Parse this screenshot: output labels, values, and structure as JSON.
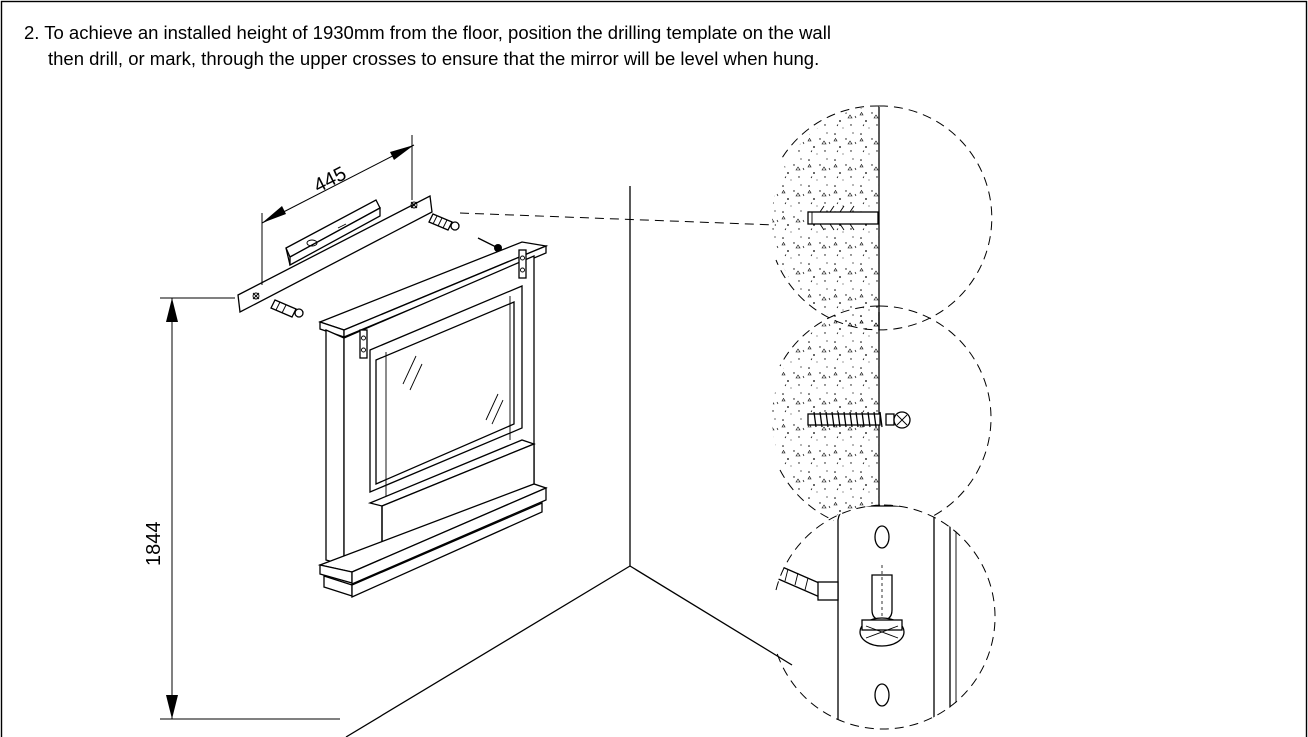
{
  "instruction": {
    "line1": "2. To achieve an installed height of 1930mm from the floor, position the drilling template on the wall",
    "line2": "then drill, or mark, through the upper crosses to ensure that the mirror will be level when hung."
  },
  "dimensions": {
    "template_width": "445",
    "hang_height": "1844"
  }
}
